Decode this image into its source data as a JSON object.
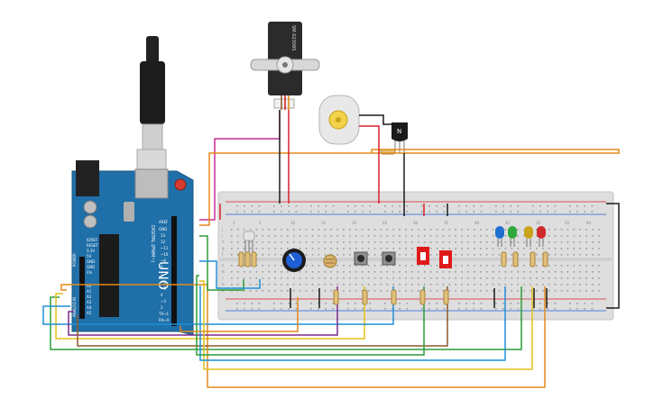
{
  "servo": {
    "model": "SM-S2309S"
  },
  "arduino": {
    "brand": "UNO",
    "header_top": [
      "AREF",
      "GND",
      "13",
      "12",
      "~11",
      "~10",
      "~9",
      "8"
    ],
    "header_bottom": [
      "7",
      "~6",
      "~5",
      "4",
      "~3",
      "2",
      "TX→1",
      "RX←0"
    ],
    "digital_label": "DIGITAL (PWM~)",
    "power_labels": [
      "IOREF",
      "RESET",
      "3.3V",
      "5V",
      "GND",
      "GND",
      "Vin"
    ],
    "analog_labels": [
      "A0",
      "A1",
      "A2",
      "A3",
      "A4",
      "A5"
    ],
    "power_group": "POWER",
    "analog_group": "ANALOG IN"
  },
  "transistor": {
    "type": "N"
  },
  "breadboard": {
    "row_letters": [
      "a",
      "b",
      "c",
      "d",
      "e",
      "f",
      "g",
      "h",
      "i",
      "j"
    ],
    "column_numbers": [
      "1",
      "5",
      "10",
      "15",
      "20",
      "25",
      "30",
      "35",
      "40",
      "45",
      "50",
      "55",
      "60"
    ]
  },
  "colors": {
    "arduino": "#1f6fa8",
    "breadboard": "#dedede",
    "wire_green": "#2e9c3a",
    "wire_yellow": "#e2c21a",
    "wire_orange": "#e38a1a",
    "wire_purple": "#7c2a8c",
    "wire_brown": "#8b5a2b",
    "wire_blue": "#1f8fd6",
    "wire_red": "#d8202a",
    "wire_magenta": "#c62e91",
    "wire_black": "#1a1a1a",
    "led_blue": "#1f6fd1",
    "led_green": "#2ea83a",
    "led_yellow": "#c9a21a",
    "led_red": "#d02a2a"
  }
}
